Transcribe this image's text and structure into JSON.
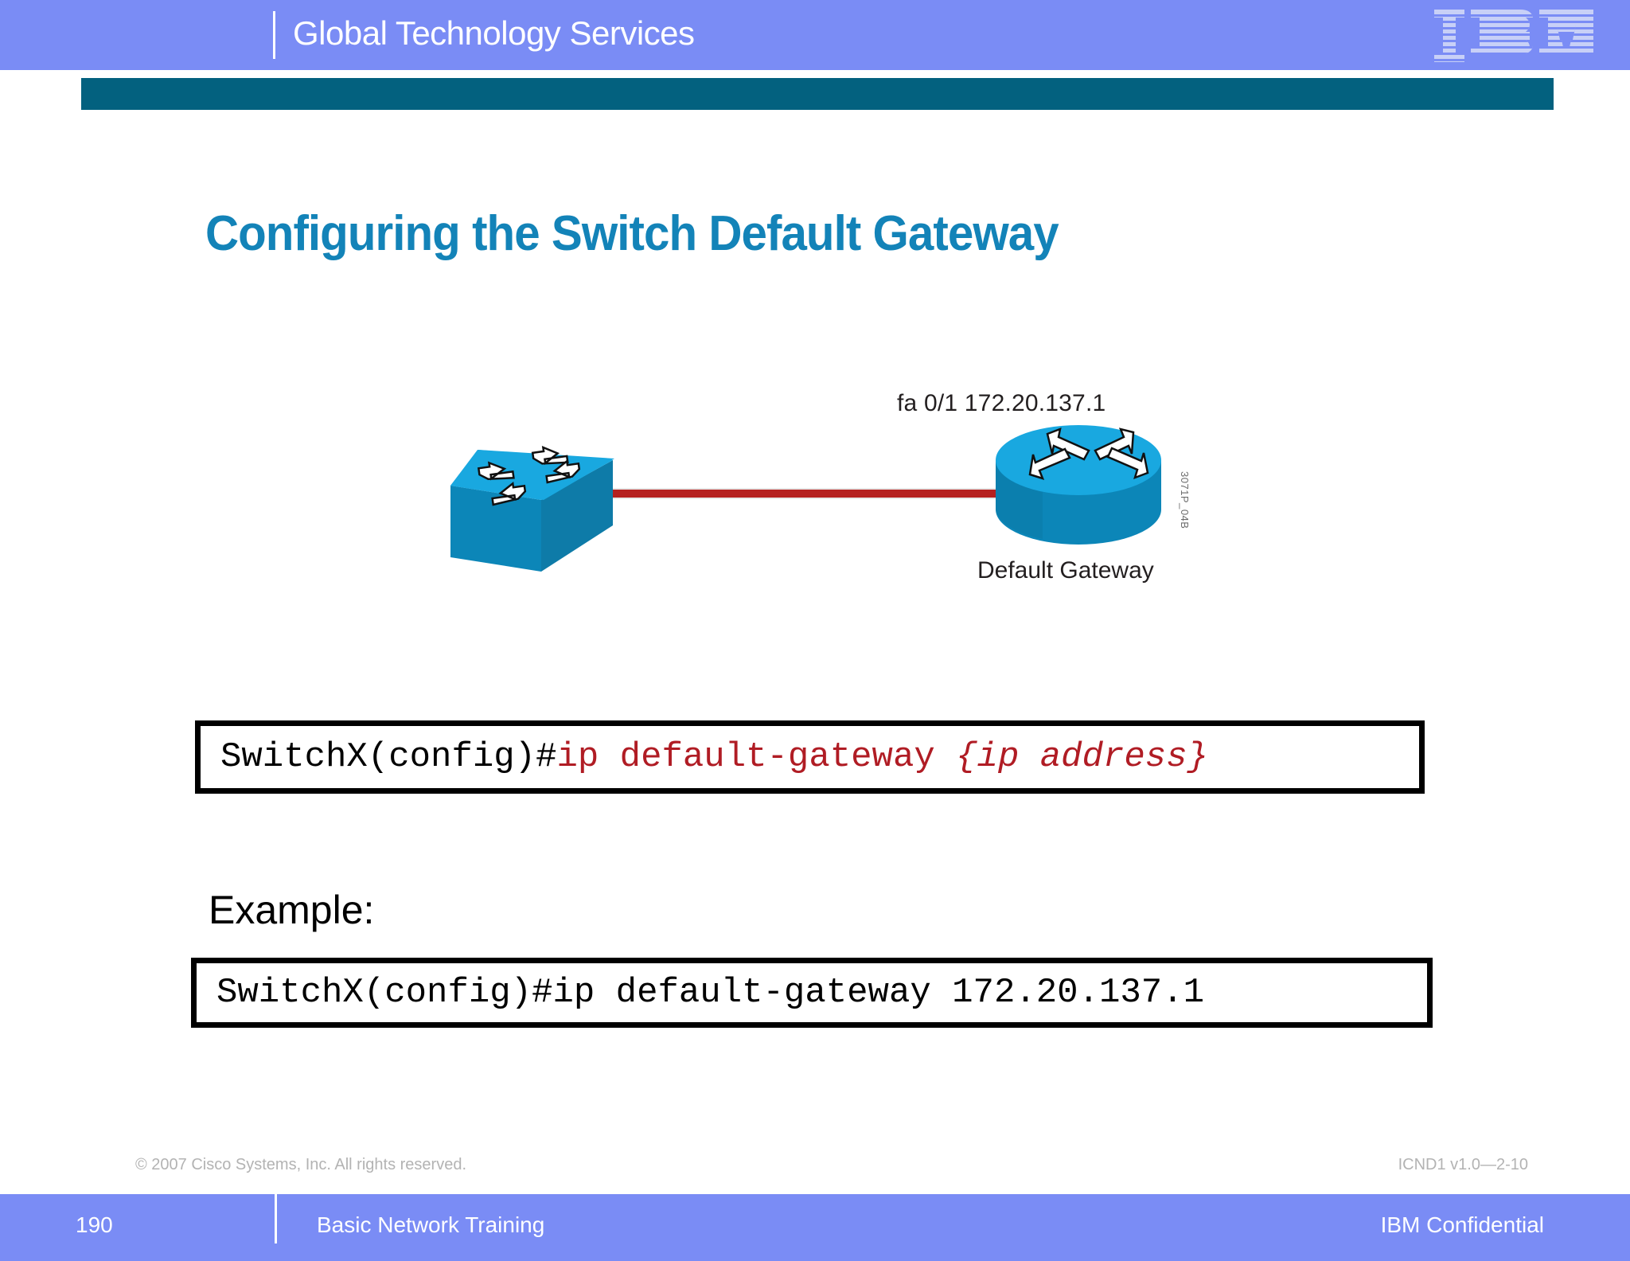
{
  "header": {
    "title": "Global Technology Services",
    "logo_text": "IBM",
    "band_color": "#7a8cf5",
    "accent_bar_color": "#03617f"
  },
  "slide": {
    "title": "Configuring the Switch Default Gateway",
    "title_color": "#1383b8"
  },
  "diagram": {
    "interface_label": "fa 0/1 172.20.137.1",
    "gateway_label": "Default Gateway",
    "figure_code": "3071P_04B",
    "switch_name": "switch-icon",
    "router_name": "router-icon",
    "link_color": "#b5201f",
    "device_color": "#14a0dc"
  },
  "syntax_box": {
    "prompt": "SwitchX(config)#",
    "keyword": "ip default-gateway ",
    "variable": "{ip address}"
  },
  "example": {
    "label": "Example:",
    "prompt": "SwitchX(config)#",
    "command": "ip default-gateway 172.20.137.1"
  },
  "cisco_footer": {
    "copyright": "© 2007 Cisco Systems, Inc. All rights reserved.",
    "doc_code": "ICND1 v1.0—2-10"
  },
  "footer": {
    "page_number": "190",
    "course": "Basic Network Training",
    "confidential": "IBM Confidential"
  }
}
